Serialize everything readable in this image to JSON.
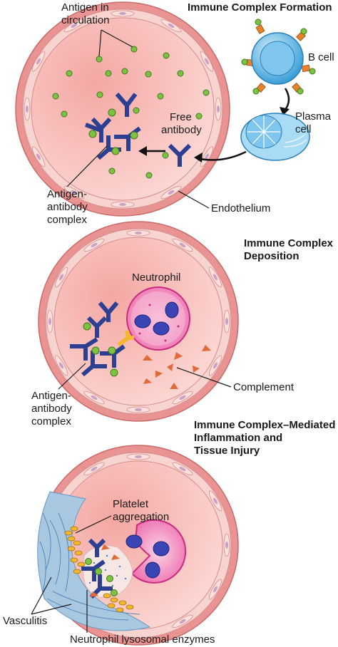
{
  "panel1": {
    "title": "Immune Complex Formation",
    "antigen_label": [
      "Antigen in",
      "circulation"
    ],
    "b_cell_label": "B cell",
    "plasma_label": [
      "Plasma",
      "cell"
    ],
    "free_antibody_label": [
      "Free",
      "antibody"
    ],
    "complex_label": [
      "Antigen-",
      "antibody",
      "complex"
    ],
    "endothelium_label": "Endothelium"
  },
  "panel2": {
    "title": [
      "Immune Complex",
      "Deposition"
    ],
    "neutrophil_label": "Neutrophil",
    "complex_label": [
      "Antigen-",
      "antibody",
      "complex"
    ],
    "complement_label": "Complement"
  },
  "panel3": {
    "title": [
      "Immune Complex–Mediated",
      "Inflammation and",
      "Tissue Injury"
    ],
    "platelet_label": [
      "Platelet",
      "aggregation"
    ],
    "vasculitis_label": "Vasculitis",
    "enzymes_label": "Neutrophil lysosomal enzymes"
  },
  "colors": {
    "vessel_wall": "#e99393",
    "lumen": "#f9c4c0",
    "antibody": "#2d3f91",
    "antigen": "#7dc242",
    "complement": "#e06a3a",
    "neutrophil": "#e8409a",
    "platelet": "#f2b72f",
    "b_cell": "#5fb6e4"
  }
}
